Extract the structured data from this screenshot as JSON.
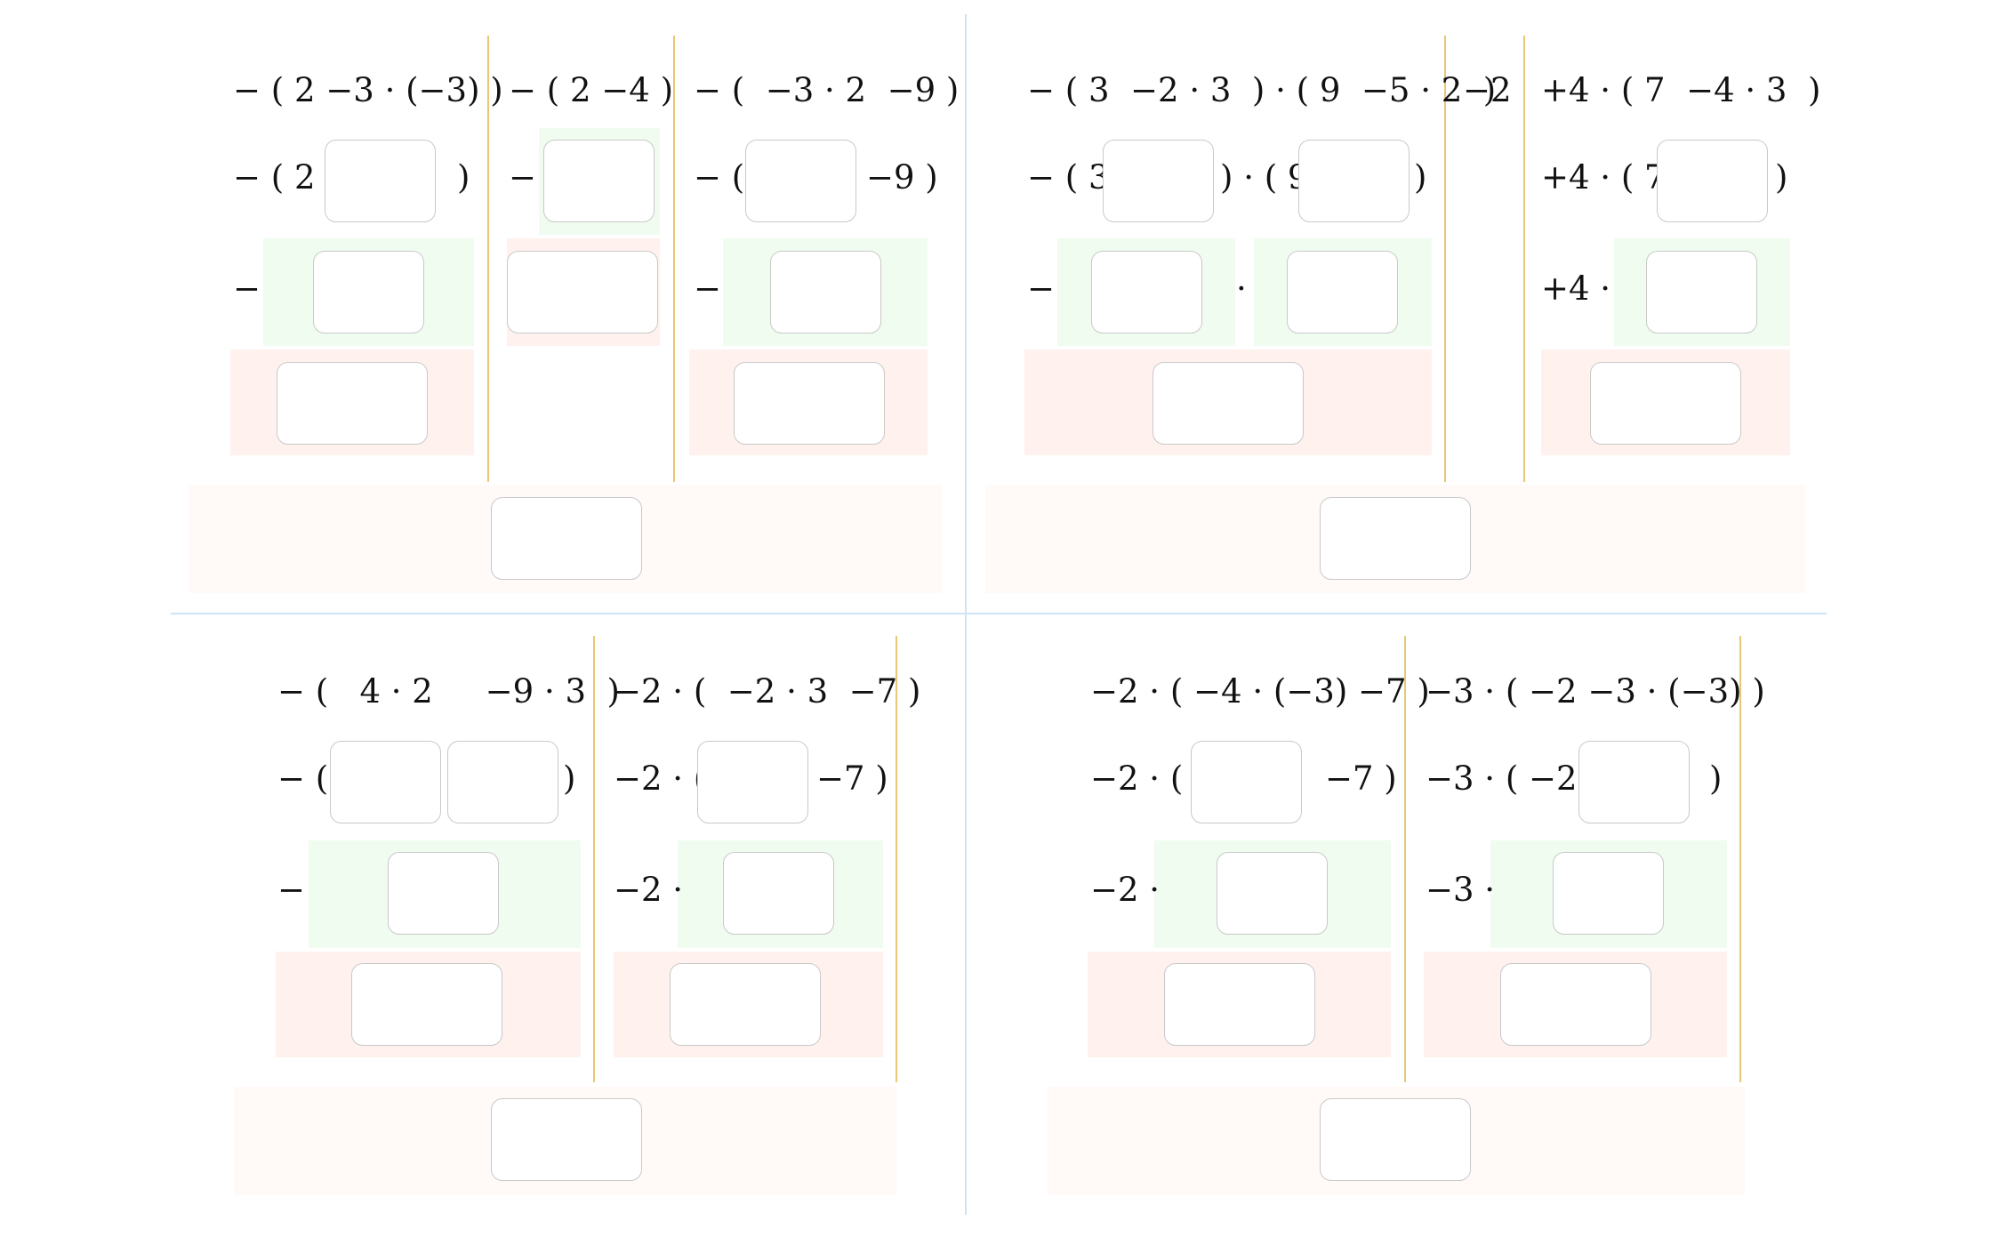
{
  "quadrants": {
    "top_left": {
      "cols": [
        {
          "row1": "− ( 2 −3 · (−3) )",
          "row2_pre": "− ( 2",
          "row2_post": ")",
          "row3_pre": "−"
        },
        {
          "row1": "− ( 2 −4 )",
          "row2_pre": "−"
        },
        {
          "row1": "− (  −3 · 2  −9 )",
          "row2_pre": "− (",
          "row2_post": "−9 )",
          "row3_pre": "−"
        }
      ]
    },
    "top_right": {
      "cols": [
        {
          "row1": "− ( 3  −2 · 3  ) · ( 9  −5 · 2  )",
          "row2_pre": "− ( 3",
          "row2_mid": ") · ( 9",
          "row2_post": ")",
          "row3_pre": "−",
          "row3_mid": "·"
        },
        {
          "row1": "−2"
        },
        {
          "row1": "+4 · ( 7  −4 · 3  )",
          "row2_pre": "+4 · ( 7",
          "row2_post": ")",
          "row3_pre": "+4 ·"
        }
      ]
    },
    "bottom_left": {
      "cols": [
        {
          "row1": "− (   4 · 2     −9 · 3  )",
          "row2_pre": "− (",
          "row2_post": ")",
          "row3_pre": "−"
        },
        {
          "row1": "−2 · (  −2 · 3  −7 )",
          "row2_pre": "−2 · (",
          "row2_post": "−7 )",
          "row3_pre": "−2 ·"
        }
      ]
    },
    "bottom_right": {
      "cols": [
        {
          "row1": "−2 · ( −4 · (−3) −7 )",
          "row2_pre": "−2 · (",
          "row2_post": "−7 )",
          "row3_pre": "−2 ·"
        },
        {
          "row1": "−3 · ( −2 −3 · (−3) )",
          "row2_pre": "−3 · ( −2",
          "row2_post": ")",
          "row3_pre": "−3 ·"
        }
      ]
    }
  },
  "colors": {
    "step_green": "#effcef",
    "step_orange": "#fff2ee",
    "final_pink": "#fff9f8",
    "column_rule": "#e8c878",
    "quadrant_rule": "#cfe3f2",
    "box_border": "#c9c9c9"
  }
}
